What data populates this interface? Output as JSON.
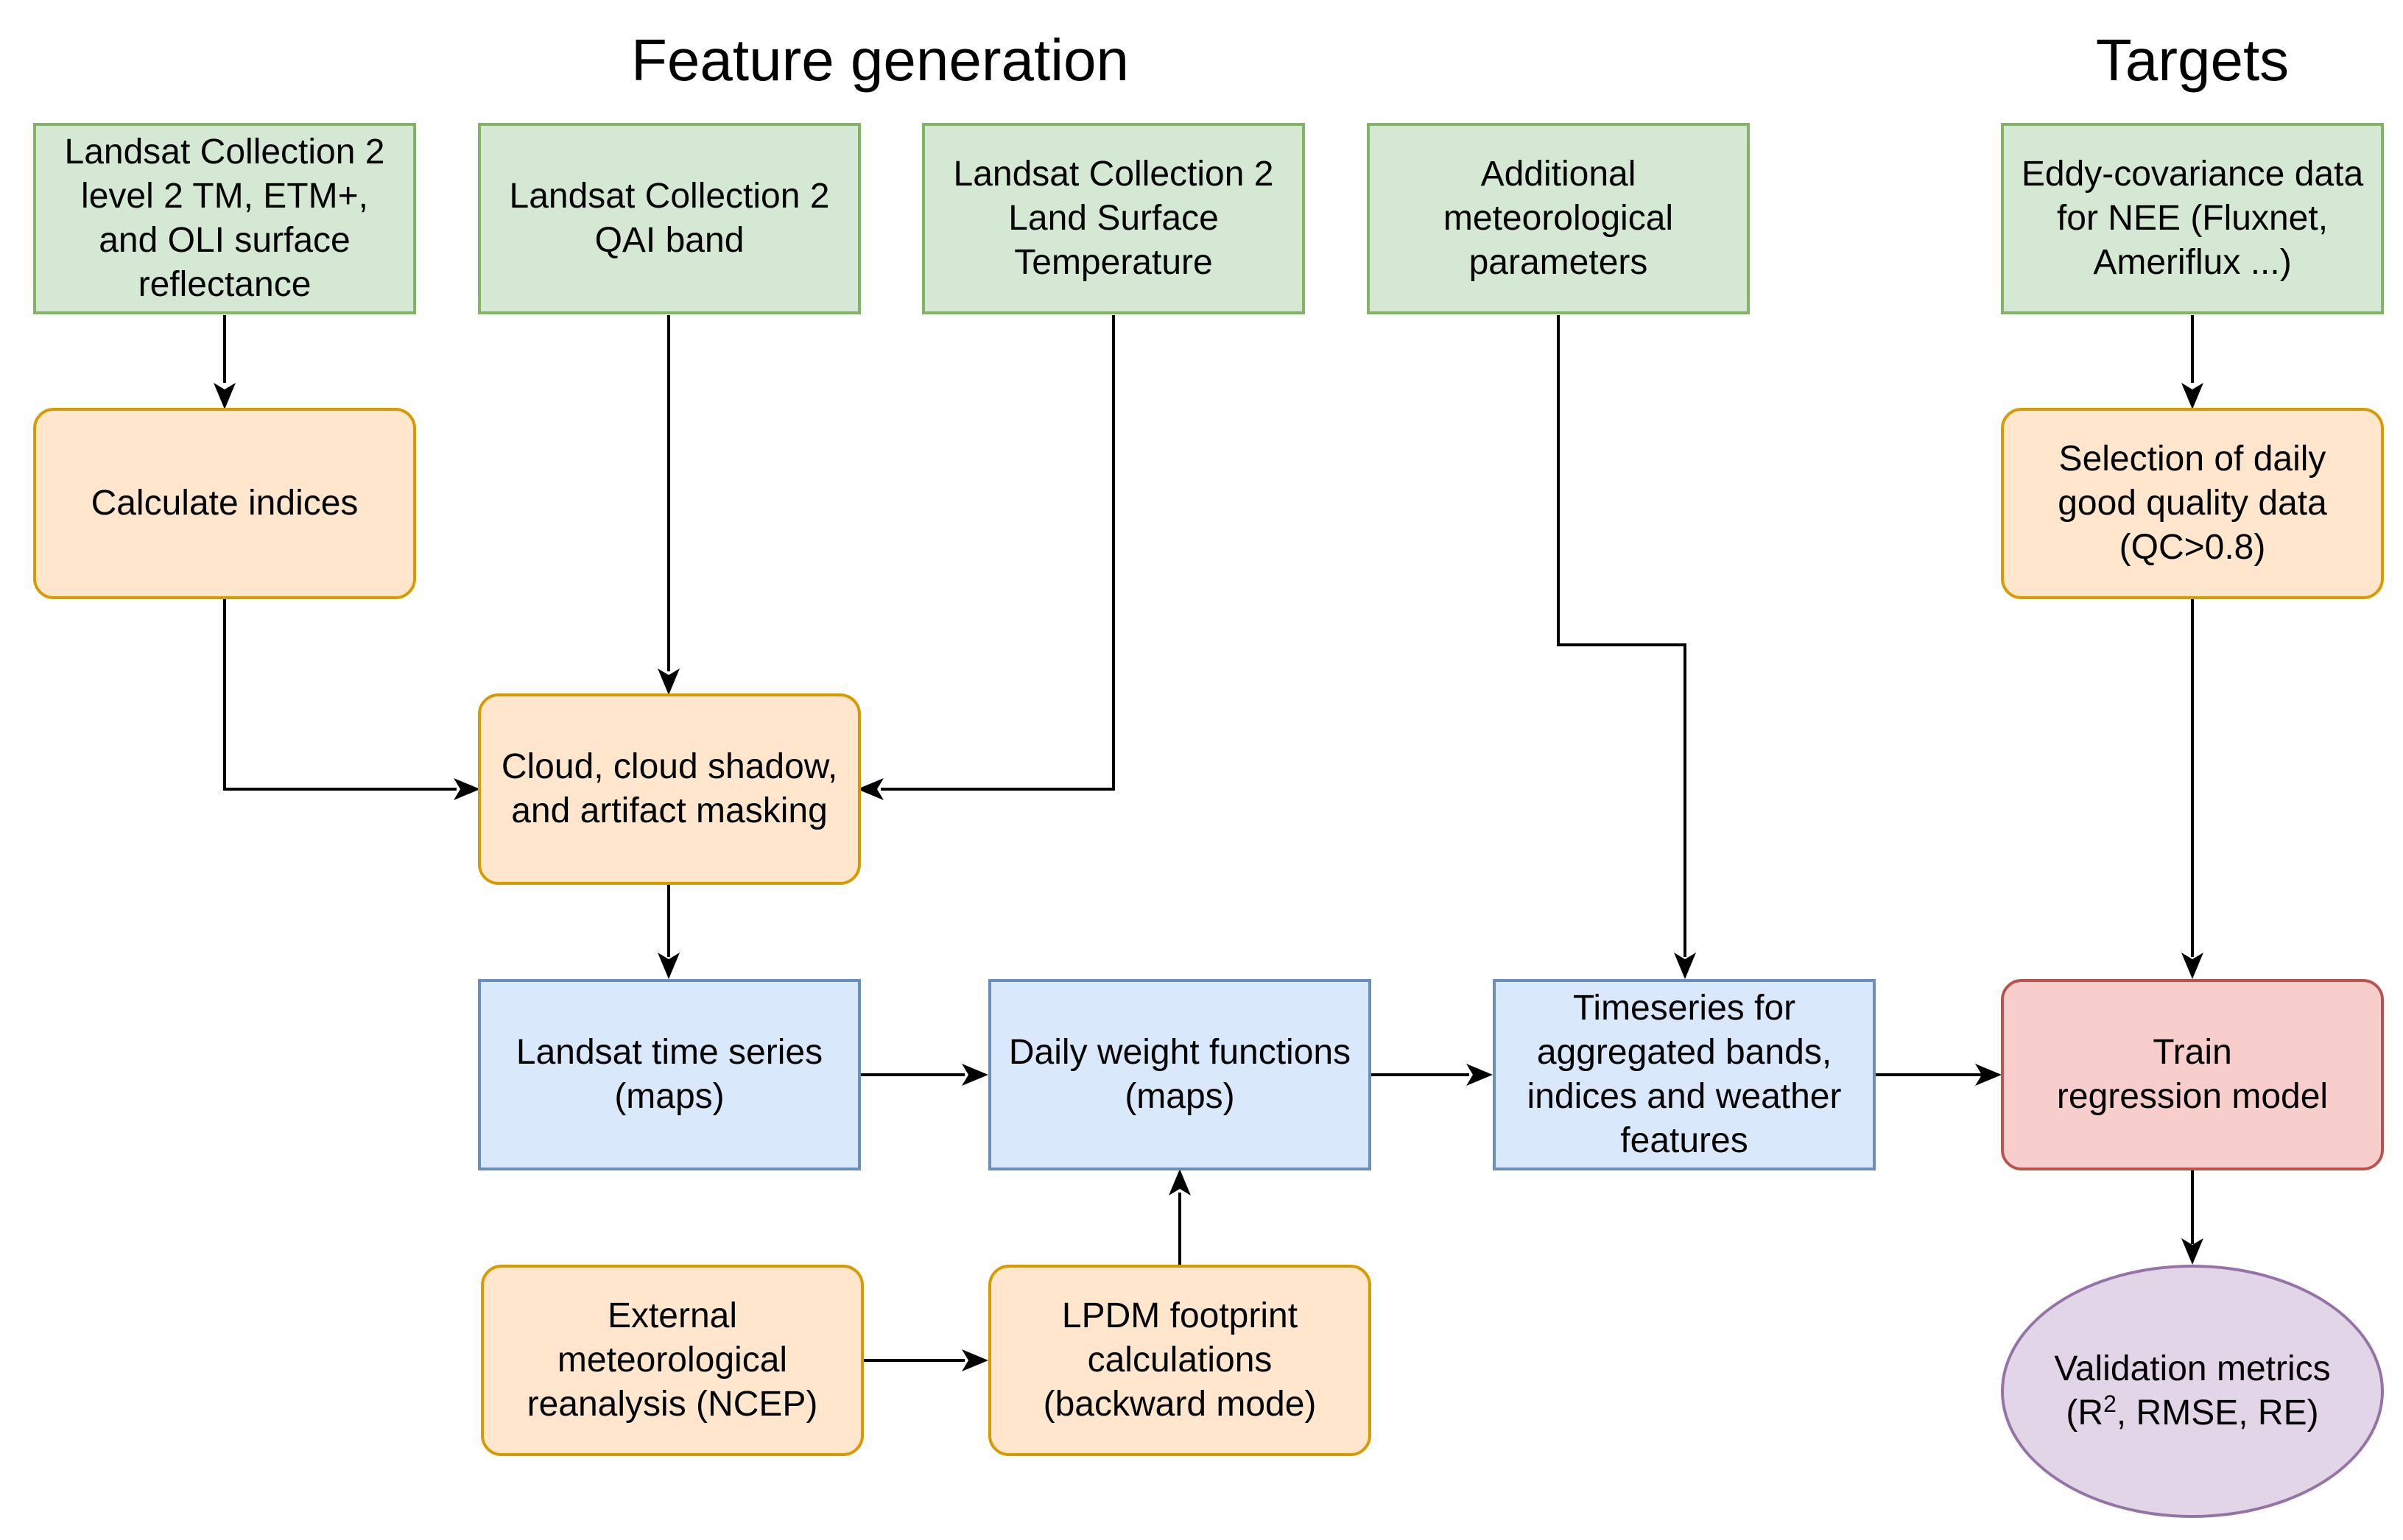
{
  "headings": {
    "feature_generation": "Feature generation",
    "targets": "Targets"
  },
  "nodes": {
    "landsat_sr": "Landsat Collection 2\nlevel 2 TM, ETM+,\nand OLI surface\nreflectance",
    "landsat_qai": "Landsat Collection 2\nQAI band",
    "landsat_lst": "Landsat Collection 2\nLand Surface\nTemperature",
    "met_params": "Additional\nmeteorological\nparameters",
    "eddy_cov": "Eddy-covariance data\nfor NEE (Fluxnet,\nAmeriflux ...)",
    "calc_indices": "Calculate indices",
    "selection": "Selection of daily\ngood quality data\n(QC>0.8)",
    "masking": "Cloud, cloud shadow,\nand artifact masking",
    "ts_maps": "Landsat time series\n(maps)",
    "weights": "Daily weight functions\n(maps)",
    "timeseries": "Timeseries for\naggregated bands,\nindices and weather\nfeatures",
    "train": "Train\nregression model",
    "external_met": "External\nmeteorological\nreanalysis (NCEP)",
    "lpdm": "LPDM footprint\ncalculations\n(backward mode)",
    "validation": {
      "line1": "Validation metrics",
      "prefix": "(R",
      "superscript": "2",
      "suffix": ", RMSE, RE)"
    }
  },
  "colors": {
    "green_fill": "#d5e8d4",
    "green_border": "#82b366",
    "orange_fill": "#ffe6cc",
    "orange_border": "#d79b00",
    "blue_fill": "#dae8fc",
    "blue_border": "#6c8ebf",
    "red_fill": "#f8cecc",
    "red_border": "#b85450",
    "purple_fill": "#e1d5e7",
    "purple_border": "#9673a6",
    "edge": "#000000"
  }
}
